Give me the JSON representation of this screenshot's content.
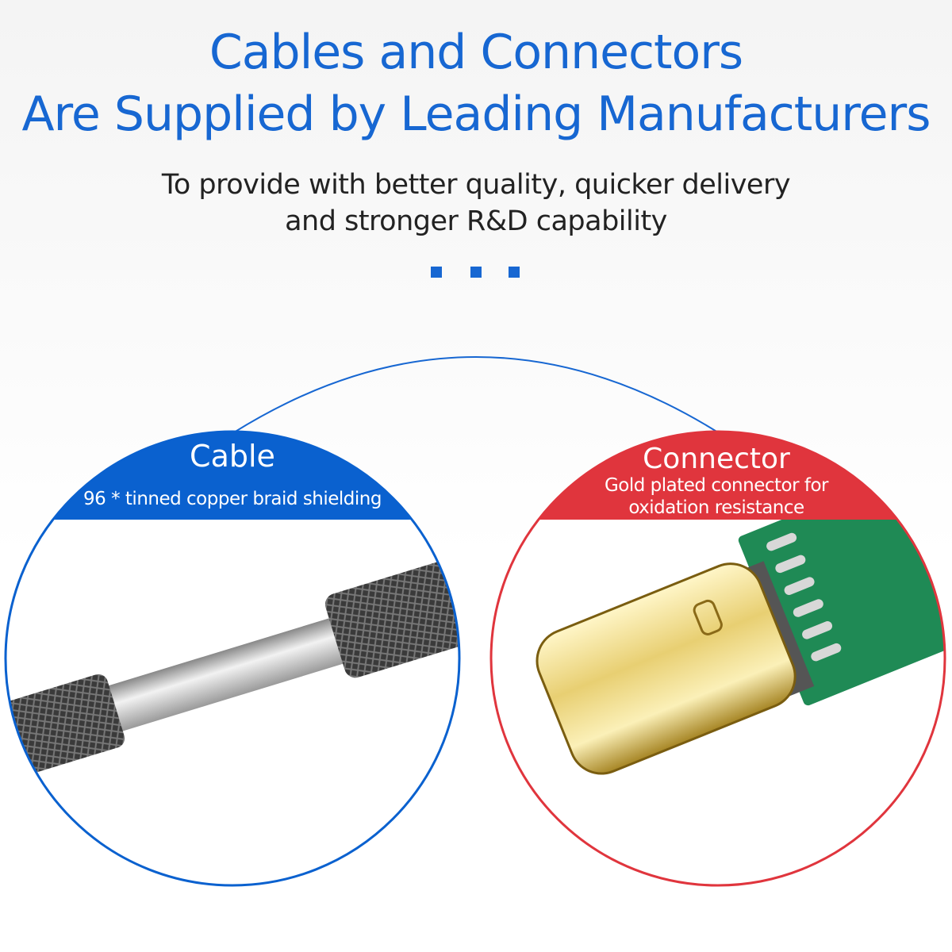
{
  "header": {
    "title_line1": "Cables and Connectors",
    "title_line2": "Are Supplied by Leading Manufacturers",
    "subtitle_line1": "To provide with better quality, quicker delivery",
    "subtitle_line2": "and stronger R&D capability"
  },
  "cable_panel": {
    "title": "Cable",
    "description": "96 * tinned copper braid shielding",
    "color": "#0a61cf"
  },
  "connector_panel": {
    "title": "Connector",
    "description_line1": "Gold plated connector for",
    "description_line2": "oxidation resistance",
    "color": "#e0353d"
  }
}
